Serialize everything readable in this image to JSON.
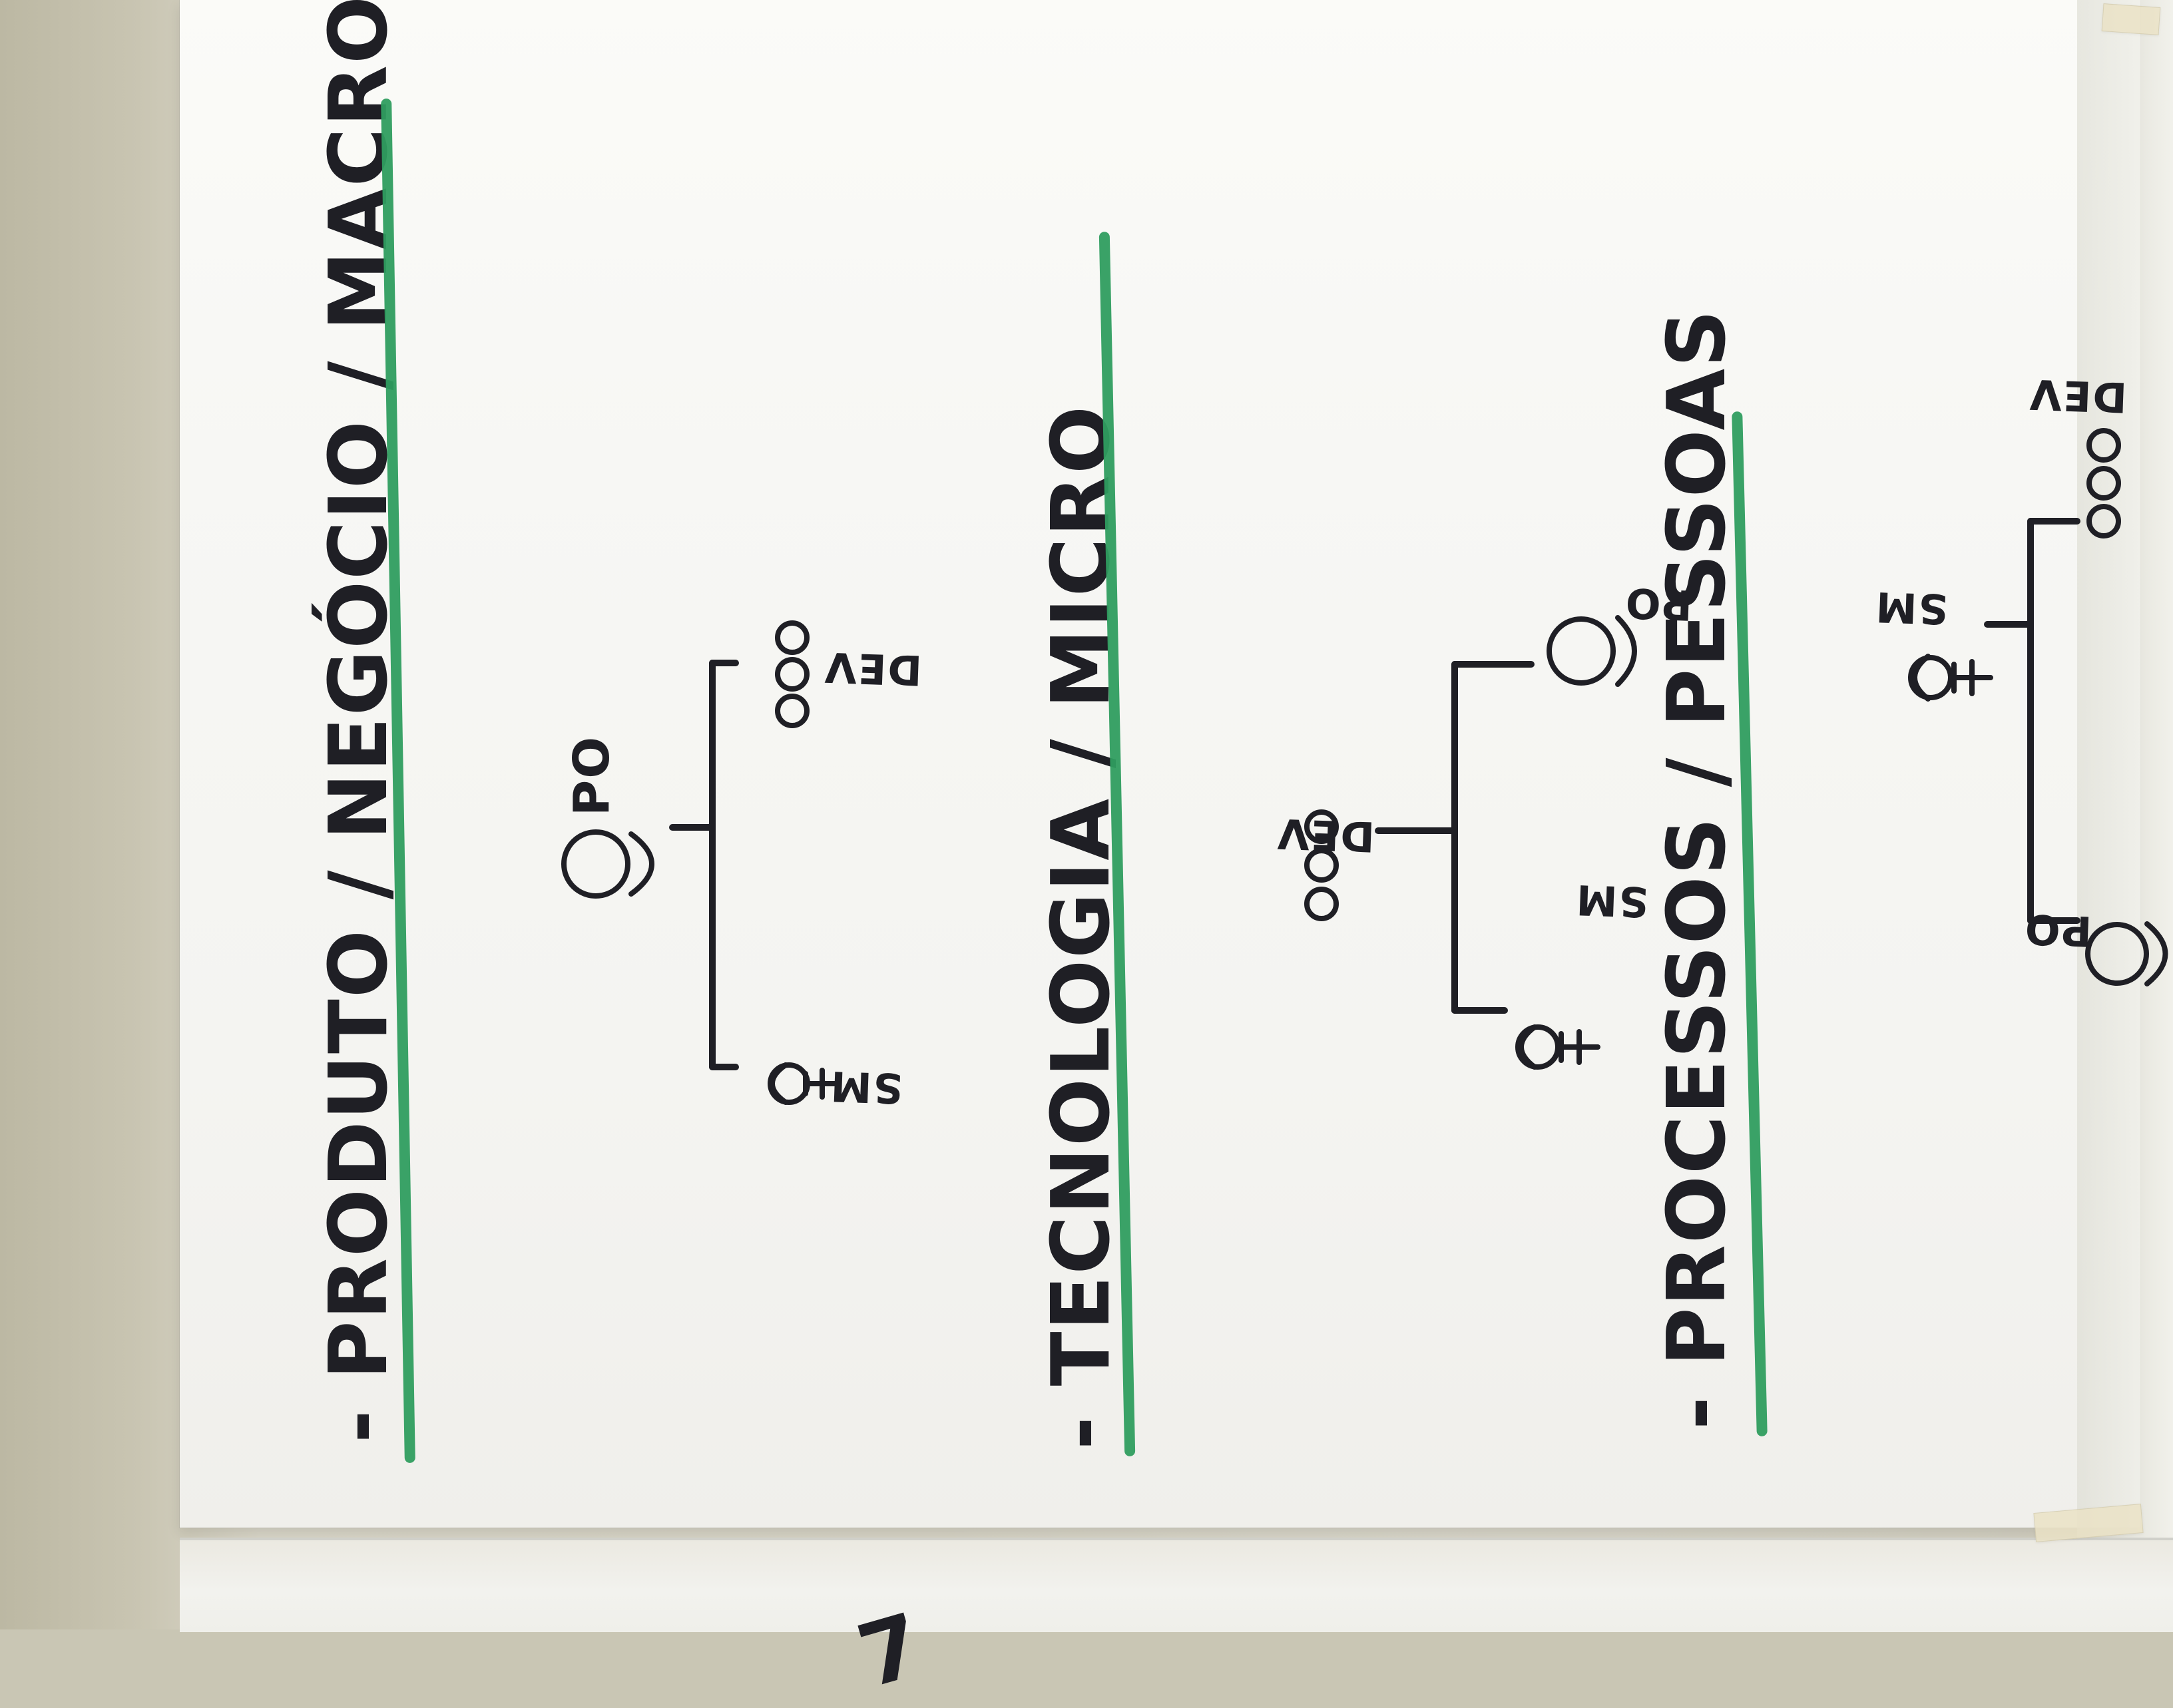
{
  "sections": [
    {
      "title": "- PRODUTO / NEGÓCIO / MACRO",
      "labels": {
        "po": "PO",
        "sm": "SM",
        "dev": "DEV"
      }
    },
    {
      "title": "- TECNOLOGIA / MICRO",
      "labels": {
        "po": "PO",
        "sm": "SM",
        "dev": "DEV"
      }
    },
    {
      "title": "- PROCESSOS / PESSOAS",
      "labels": {
        "po": "PO",
        "sm": "SM",
        "dev": "DEV"
      }
    }
  ],
  "edge_mark": "7",
  "accent_colors": {
    "marker_green": "#2f9d5f",
    "ink": "#1f1f25",
    "paper": "#f7f7f4"
  }
}
